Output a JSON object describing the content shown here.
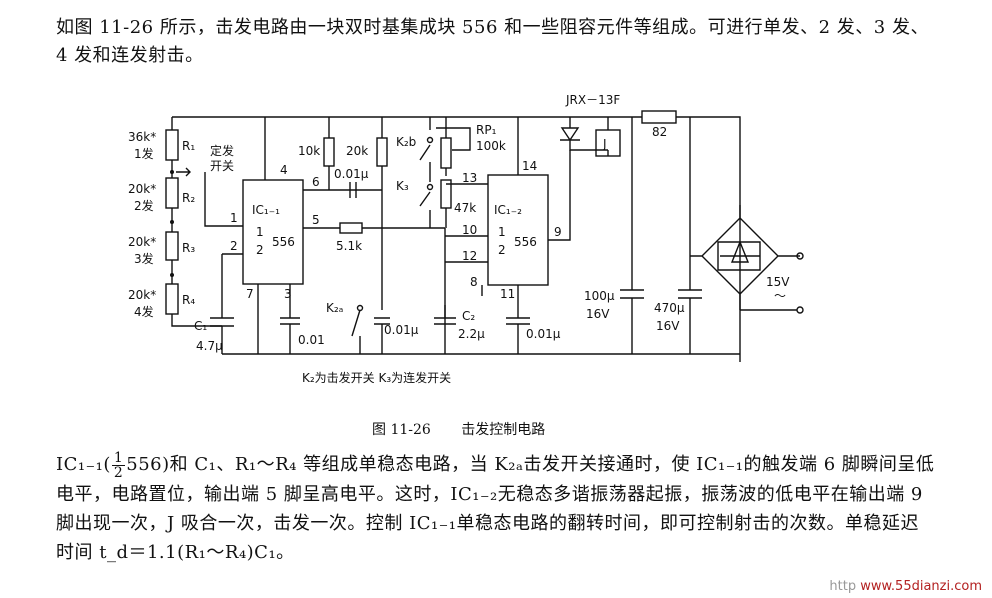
{
  "intro": {
    "text": "如图 11-26 所示，击发电路由一块双时基集成块 556 和一些阻容元件等组成。可进行单发、2 发、3 发、4 发和连发射击。"
  },
  "caption": {
    "figure_no": "图 11-26",
    "title": "击发控制电路"
  },
  "body": {
    "ic_prefix": "IC₁₋₁(",
    "frac_num": "1",
    "frac_den": "2",
    "rest": "556)和 C₁、R₁～R₄ 等组成单稳态电路，当 K₂ₐ击发开关接通时，使 IC₁₋₁的触发端 6 脚瞬间呈低电平，电路置位，输出端 5 脚呈高电平。这时，IC₁₋₂无稳态多谐振荡器起振，振荡波的低电平在输出端 9 脚出现一次，J 吸合一次，击发一次。控制 IC₁₋₁单稳态电路的翻转时间，即可控制射击的次数。单稳延迟时间 t_d＝1.1(R₁～R₄)C₁。"
  },
  "diagram": {
    "relay": "JRX－13F",
    "r82": "82",
    "r1_val": "36k*",
    "r1_shot": "1发",
    "r1": "R₁",
    "r2_val": "20k*",
    "r2_shot": "2发",
    "r2": "R₂",
    "r3_val": "20k*",
    "r3_shot": "3发",
    "r3": "R₃",
    "r4_val": "20k*",
    "r4_shot": "4发",
    "r4": "R₄",
    "selector_1": "定发",
    "selector_2": "开关",
    "c1": "C₁",
    "c1_val": "4.7μ",
    "ic1": "IC₁₋₁",
    "ic1_half": "1",
    "ic1_den": "2",
    "ic1_num": "556",
    "pin4": "4",
    "pin1": "1",
    "pin2": "2",
    "pin6": "6",
    "pin5": "5",
    "pin7": "7",
    "pin3": "3",
    "c001a": "0.01",
    "r10k": "10k",
    "r20k": "20k",
    "c001b": "0.01μ",
    "r51k": "5.1k",
    "k2a": "K₂ₐ",
    "c001c": "0.01μ",
    "k2b": "K₂b",
    "k3": "K₃",
    "rp1": "RP₁",
    "rp1_val": "100k",
    "r47k": "47k",
    "pin13": "13",
    "pin14": "14",
    "pin10": "10",
    "pin12": "12",
    "pin8": "8",
    "pin11": "11",
    "pin9": "9",
    "ic2": "IC₁₋₂",
    "ic2_half": "1",
    "ic2_den": "2",
    "ic2_num": "556",
    "c2": "C₂",
    "c2_val": "2.2μ",
    "c001d": "0.01μ",
    "j": "J",
    "c100_val": "100μ",
    "c100_v": "16V",
    "c470_val": "470μ",
    "c470_v": "16V",
    "v15": "15V",
    "tilde": "～",
    "note": "K₂为击发开关  K₃为连发开关"
  },
  "watermark": {
    "prefix": "http",
    "url": "www.55dianzi.com"
  }
}
